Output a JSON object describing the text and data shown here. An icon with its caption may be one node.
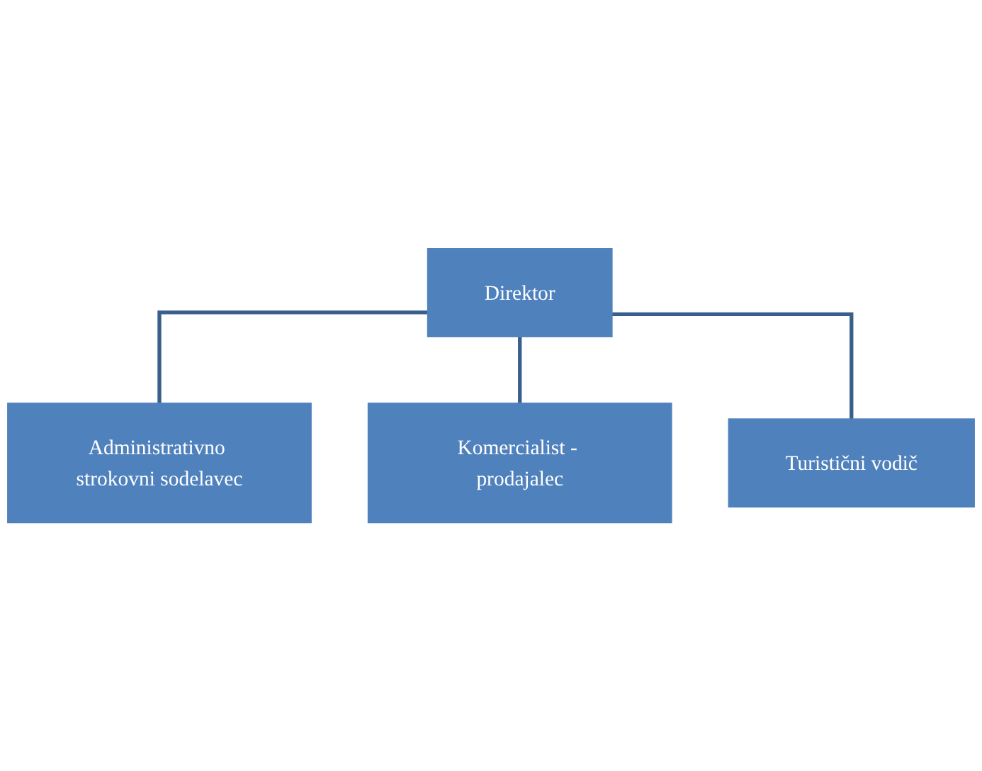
{
  "diagram": {
    "nodes": [
      {
        "text": [
          "Direktor"
        ]
      },
      {
        "text": [
          "Administrativno strokovni sodelavec"
        ]
      },
      {
        "text": [
          "Komercialist - prodajalec"
        ]
      },
      {
        "text": [
          "Turistični vodič"
        ]
      }
    ],
    "edges": [
      {
        "from": 0,
        "to": 1,
        "arrow": "none"
      },
      {
        "from": 0,
        "to": 2,
        "arrow": "none"
      },
      {
        "from": 0,
        "to": 3,
        "arrow": "none"
      }
    ]
  }
}
